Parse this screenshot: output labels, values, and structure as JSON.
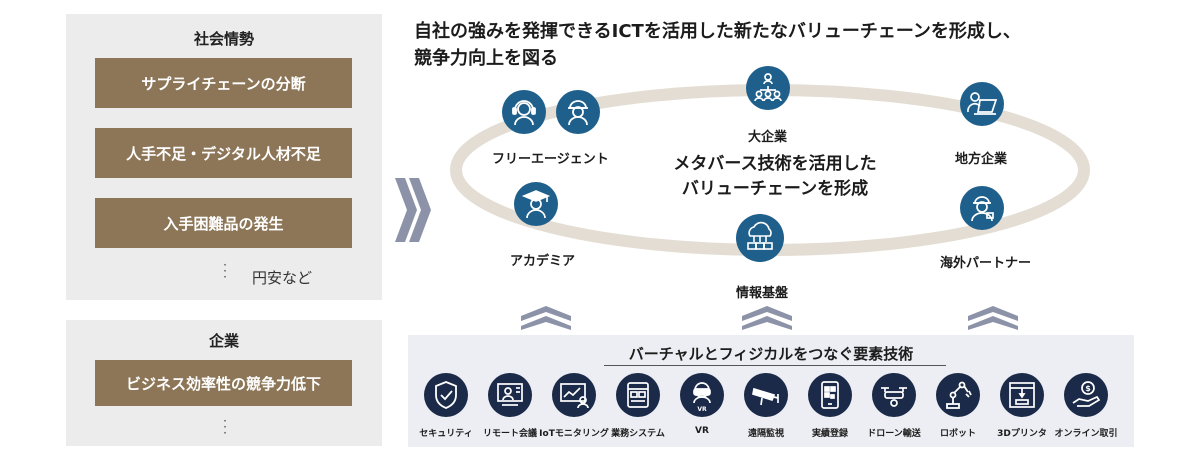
{
  "society": {
    "title": "社会情勢",
    "issues": [
      "サプライチェーンの分断",
      "人手不足・デジタル人材不足",
      "入手困難品の発生"
    ],
    "note": "円安など"
  },
  "company": {
    "title": "企業",
    "issues": [
      "ビジネス効率性の競争力低下"
    ]
  },
  "headline": {
    "line1": "自社の強みを発揮できるICTを活用した新たなバリューチェーンを形成し、",
    "line2": "競争力向上を図る"
  },
  "center": {
    "line1": "メタバース技術を活用した",
    "line2": "バリューチェーンを形成"
  },
  "nodes": {
    "freelance": {
      "label": "フリーエージェント",
      "icons": [
        "headset-person-icon",
        "worker-helmet-icon"
      ]
    },
    "enterprise": {
      "label": "大企業",
      "icon": "org-network-icon"
    },
    "regional": {
      "label": "地方企業",
      "icon": "person-laptop-icon"
    },
    "academia": {
      "label": "アカデミア",
      "icon": "graduate-icon"
    },
    "infobase": {
      "label": "情報基盤",
      "icon": "cloud-network-icon"
    },
    "overseas": {
      "label": "海外パートナー",
      "icon": "helmet-person-icon"
    }
  },
  "tech": {
    "title": "バーチャルとフィジカルをつなぐ要素技術",
    "items": [
      {
        "label": "セキュリティ",
        "icon": "shield-check-icon"
      },
      {
        "label": "リモート会議",
        "icon": "video-meeting-icon"
      },
      {
        "label": "IoTモニタリング",
        "icon": "monitor-chart-icon"
      },
      {
        "label": "業務システム",
        "icon": "business-system-icon"
      },
      {
        "label": "VR",
        "icon": "vr-headset-icon",
        "badge": "VR"
      },
      {
        "label": "遠隔監視",
        "icon": "security-camera-icon"
      },
      {
        "label": "実績登録",
        "icon": "phone-qr-icon"
      },
      {
        "label": "ドローン輸送",
        "icon": "drone-icon"
      },
      {
        "label": "ロボット",
        "icon": "robot-arm-icon"
      },
      {
        "label": "3Dプリンタ",
        "icon": "3d-printer-icon"
      },
      {
        "label": "オンライン取引",
        "icon": "coin-hand-icon",
        "badge": "$"
      }
    ]
  },
  "colors": {
    "issue_fill": "#8c7657",
    "panel_fill": "#ececec",
    "node_fill": "#1f5f8b",
    "tech_fill": "#1b2a48",
    "tech_panel": "#edeef3",
    "ring": "#e3ddd3",
    "chevron": "#8c93a8"
  }
}
